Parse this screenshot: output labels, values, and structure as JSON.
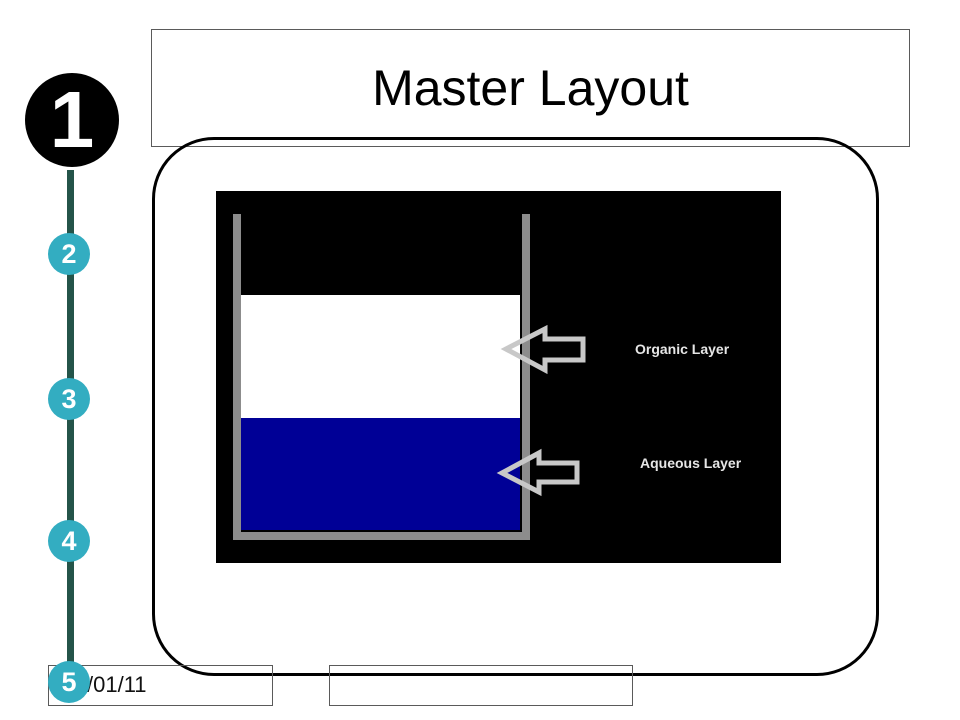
{
  "slide": {
    "title": "Master Layout",
    "footer_date": "/01/11",
    "footer_center": ""
  },
  "steps": [
    "1",
    "2",
    "3",
    "4",
    "5"
  ],
  "diagram": {
    "labels": {
      "organic": "Organic Layer",
      "aqueous": "Aqueous Layer"
    }
  },
  "colors": {
    "step_active": "#000000",
    "step_inactive": "#33adc1",
    "step_line": "#245449",
    "aqueous": "#000096",
    "organic": "#ffffff",
    "beaker": "#8c8c8c"
  }
}
